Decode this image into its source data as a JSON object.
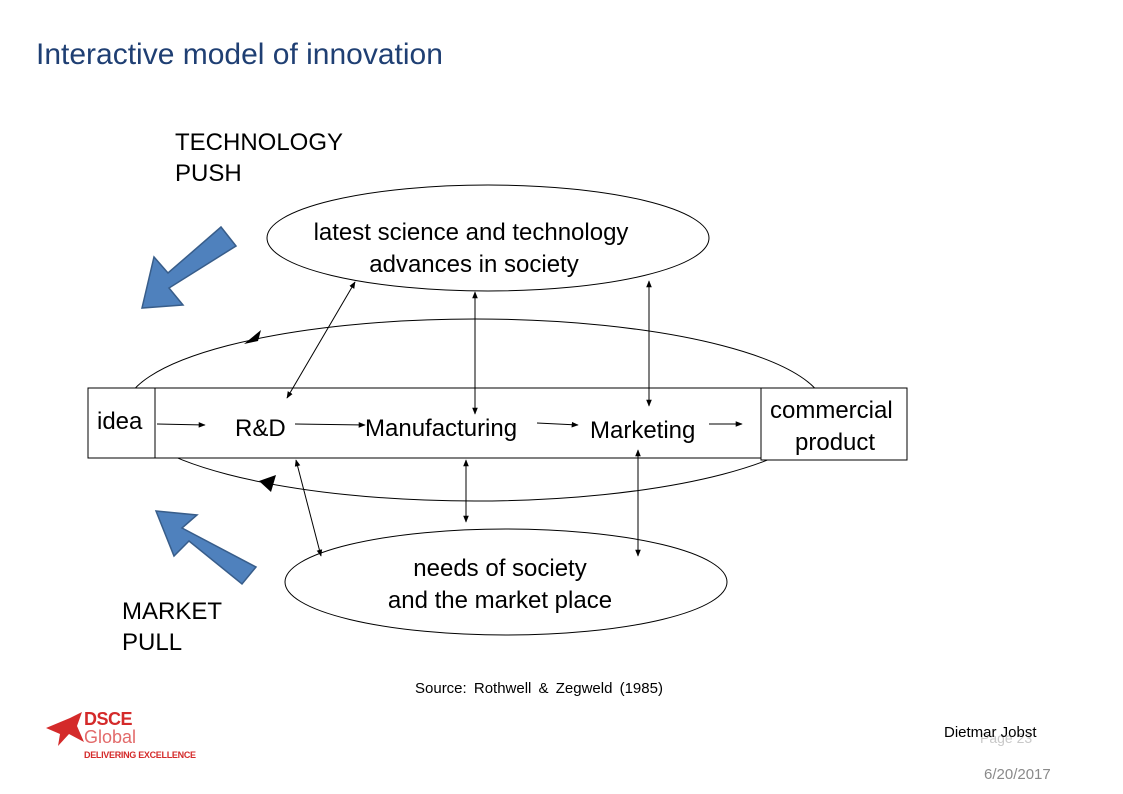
{
  "title": "Interactive model of innovation",
  "technology_push": [
    "TECHNOLOGY",
    "PUSH"
  ],
  "market_pull": [
    "MARKET",
    "PULL"
  ],
  "top_ellipse": [
    "latest science and technology",
    "advances in society"
  ],
  "bottom_ellipse": [
    "needs of society",
    "and the market place"
  ],
  "stages": {
    "idea": "idea",
    "rnd": "R&D",
    "manufacturing": "Manufacturing",
    "marketing": "Marketing",
    "commercial_product": [
      "commercial",
      "product"
    ]
  },
  "source": "Source: Rothwell & Zegweld (1985)",
  "author": "Dietmar Jobst",
  "page": "Page 23",
  "date": "6/20/2017",
  "logo": {
    "brand": "DSCE",
    "sub": "Global",
    "tagline": "DELIVERING EXCELLENCE"
  },
  "colors": {
    "title": "#1f3f73",
    "arrow_fill": "#4f81bd",
    "arrow_stroke": "#385d8a",
    "logo_red": "#d42a2a"
  }
}
